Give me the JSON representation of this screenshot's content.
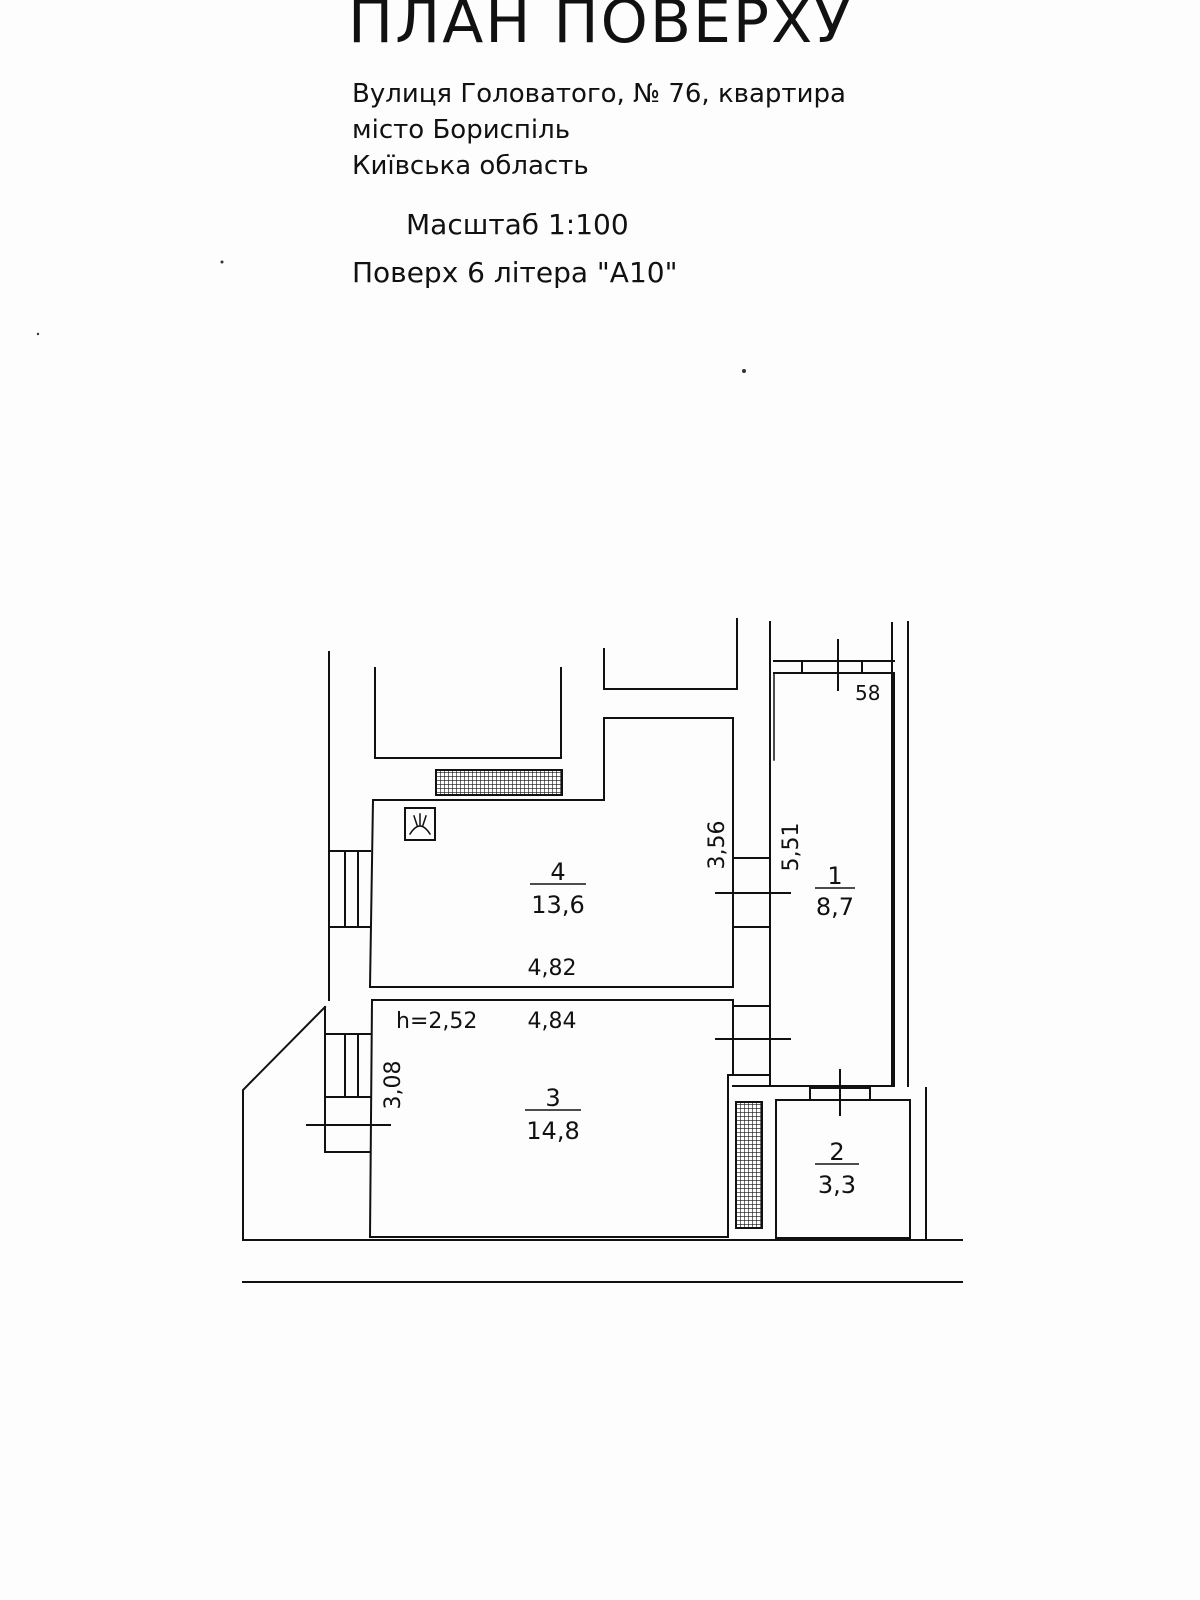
{
  "header": {
    "title": "ПЛАН ПОВЕРХУ",
    "address_line1": "Вулиця Головатого, № 76, квартира",
    "address_line2": "місто Бориспіль",
    "address_line3": "Київська область",
    "scale": "Масштаб 1:100",
    "floor": "Поверх 6 літера \"А10\""
  },
  "plan": {
    "rooms": [
      {
        "number": "1",
        "area": "8,7"
      },
      {
        "number": "2",
        "area": "3,3"
      },
      {
        "number": "3",
        "area": "14,8"
      },
      {
        "number": "4",
        "area": "13,6"
      }
    ],
    "dimensions": {
      "room4_width": "4,82",
      "room4_height": "3,56",
      "room1_length": "5,51",
      "room3_width": "4,84",
      "room3_height": "3,08",
      "ceiling_height": "h=2,52",
      "corridor_end": "58"
    }
  }
}
